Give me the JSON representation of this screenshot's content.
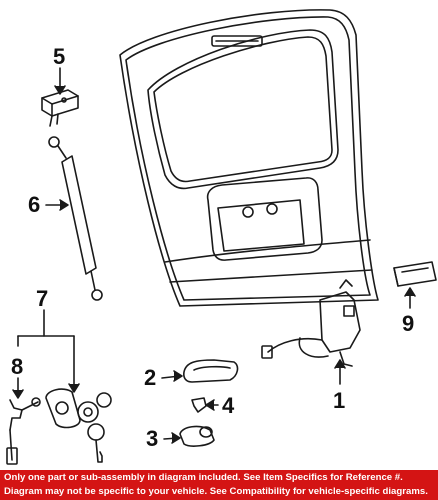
{
  "callouts": {
    "c1": "1",
    "c2": "2",
    "c3": "3",
    "c4": "4",
    "c5": "5",
    "c6": "6",
    "c7": "7",
    "c8": "8",
    "c9": "9"
  },
  "footer": {
    "line1": "Only one part or sub-assembly in diagram included. See Item Specifics for Reference #.",
    "line2": "Diagram may not be specific to your vehicle. See Compatibility for vehicle-specific diagrams."
  },
  "colors": {
    "footer_background": "#d41414",
    "footer_text": "#ffffff",
    "line_art": "#1a1a1a"
  }
}
